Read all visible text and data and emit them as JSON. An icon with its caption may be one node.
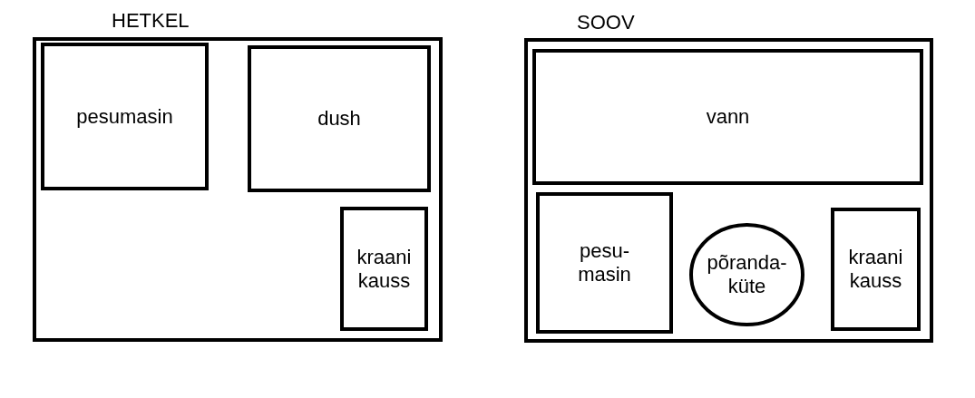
{
  "diagram": {
    "nodes": [
      {
        "text": [
          "HETKEL"
        ]
      },
      {
        "text": [
          "pesumasin"
        ],
        "in": 0
      },
      {
        "text": [
          "dush"
        ],
        "in": 0
      },
      {
        "text": [
          "kraani kauss"
        ],
        "in": 0
      },
      {
        "text": [
          "SOOV"
        ]
      },
      {
        "text": [
          "vann"
        ],
        "in": 4
      },
      {
        "text": [
          "pesu- masin"
        ],
        "in": 4
      },
      {
        "text": [
          "põranda- küte"
        ],
        "in": 4
      },
      {
        "text": [
          "kraani kauss"
        ],
        "in": 4
      }
    ]
  }
}
